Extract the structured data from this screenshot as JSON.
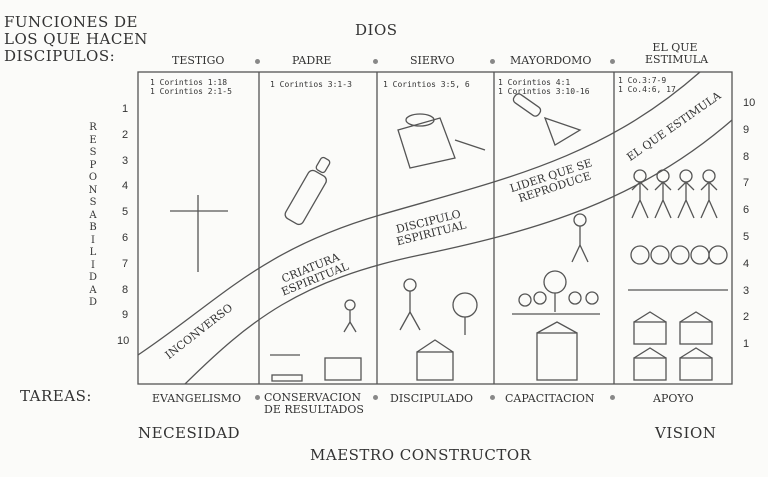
{
  "title_left": [
    "FUNCIONES DE",
    "LOS QUE HACEN",
    "DISCIPULOS:"
  ],
  "top_label": "DIOS",
  "roles": [
    "TESTIGO",
    "PADRE",
    "SIERVO",
    "MAYORDOMO",
    "EL QUE ESTIMULA"
  ],
  "references": [
    [
      "1 Corintios 1:18",
      "1 Corintios 2:1-5"
    ],
    [
      "1 Corintios 3:1-3"
    ],
    [
      "1 Corintios 3:5, 6"
    ],
    [
      "1 Corintios 4:1",
      "1 Corintios 3:10-16"
    ],
    [
      "1 Co.3:7-9",
      "1 Co.4:6, 17"
    ]
  ],
  "stages": [
    "INCONVERSO",
    "CRIATURA ESPIRITUAL",
    "DISCIPULO ESPIRITUAL",
    "LIDER QUE SE REPRODUCE",
    "EL QUE ESTIMULA"
  ],
  "left_axis_label": "RESPONSABILIDAD",
  "left_scale": [
    "1",
    "2",
    "3",
    "4",
    "5",
    "6",
    "7",
    "8",
    "9",
    "10"
  ],
  "right_scale": [
    "10",
    "9",
    "8",
    "7",
    "6",
    "5",
    "4",
    "3",
    "2",
    "1"
  ],
  "tasks_label": "TAREAS:",
  "tasks": [
    "EVANGELISMO",
    "CONSERVACION DE RESULTADOS",
    "DISCIPULADO",
    "CAPACITACION",
    "APOYO"
  ],
  "bottom_left": "NECESIDAD",
  "bottom_right": "VISION",
  "bottom_center": "MAESTRO CONSTRUCTOR"
}
